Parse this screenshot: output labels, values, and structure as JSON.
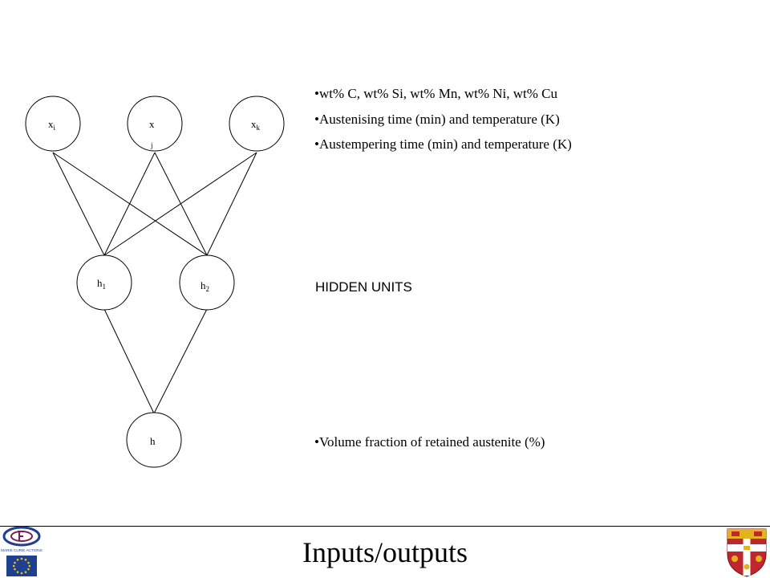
{
  "nodes": {
    "x_i": {
      "base": "x",
      "sub": "i"
    },
    "x_j": {
      "base": "x",
      "sub": "j"
    },
    "x_k": {
      "base": "x",
      "sub": "k"
    },
    "h_1": {
      "base": "h",
      "sub": "1"
    },
    "h_2": {
      "base": "h",
      "sub": "2"
    },
    "h": {
      "base": "h",
      "sub": ""
    }
  },
  "inputs": [
    "wt%  C, wt% Si,  wt% Mn, wt% Ni, wt% Cu",
    "Austenising time (min) and temperature (K)",
    "Austempering time (min) and temperature (K)"
  ],
  "hidden_label": "HIDDEN UNITS",
  "outputs": [
    "Volume fraction of retained austenite (%)"
  ],
  "title": "Inputs/outputs",
  "logos": {
    "left_text": "MARIE CURIE ACTIONS",
    "colors": {
      "eu_blue": "#1f3f8f",
      "eu_star": "#f5c400",
      "crest_red": "#c0262d",
      "crest_gold": "#e4b21f",
      "crest_white": "#ffffff"
    }
  }
}
